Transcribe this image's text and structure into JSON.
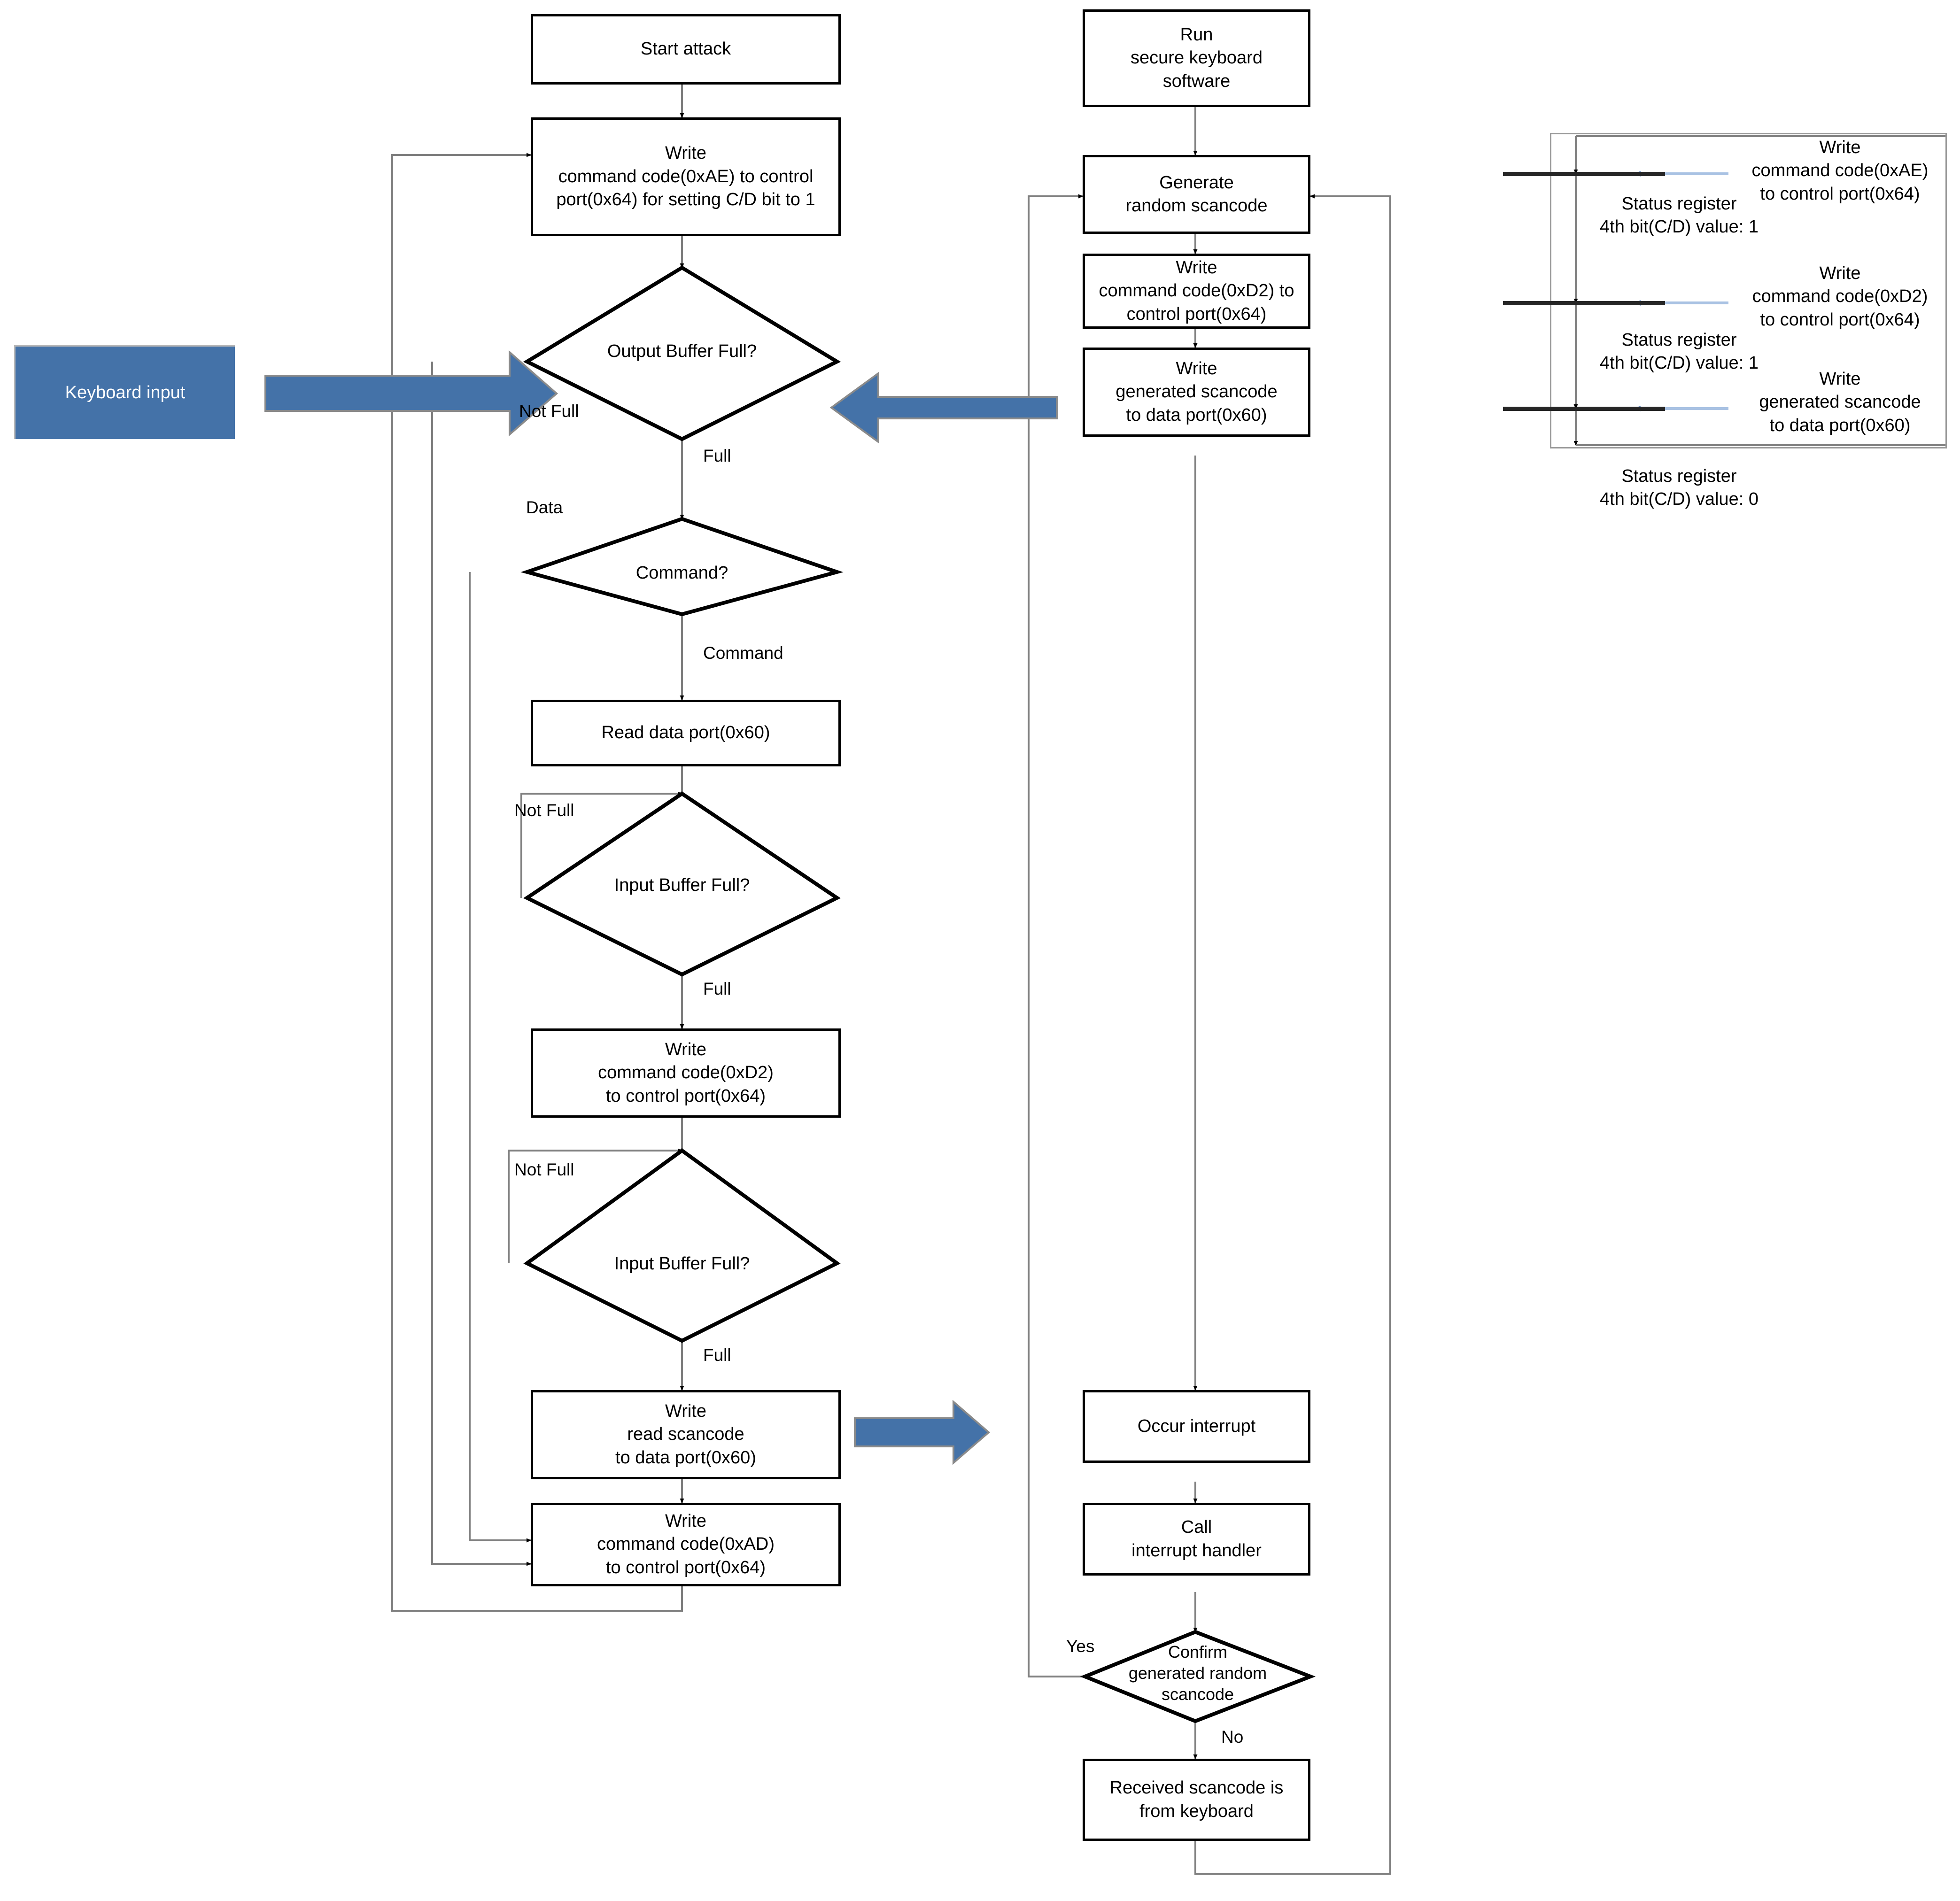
{
  "diagram": {
    "title": "Keyboard scancode attack and secure keyboard software flowchart",
    "colors": {
      "accent_blue": "#4472a8",
      "line_gray": "#7f7f7f",
      "node_border": "#000000",
      "panel_border": "#9a9a9a",
      "bar_black": "#262626"
    }
  },
  "attack_flow": {
    "nodes": [
      {
        "id": "start-attack",
        "label": "Start attack"
      },
      {
        "id": "write-ae",
        "label": "Write\ncommand code(0xAE) to control\nport(0x64) for setting C/D bit to 1"
      },
      {
        "id": "output-buffer-full",
        "label": "Output Buffer Full?"
      },
      {
        "id": "command-q",
        "label": "Command?"
      },
      {
        "id": "read-data-port",
        "label": "Read data port(0x60)"
      },
      {
        "id": "input-buffer-full-1",
        "label": "Input Buffer  Full?"
      },
      {
        "id": "write-d2",
        "label": "Write\ncommand code(0xD2)\nto control port(0x64)"
      },
      {
        "id": "input-buffer-full-2",
        "label": "Input Buffer Full?"
      },
      {
        "id": "write-read-scancode",
        "label": "Write\nread scancode\nto data port(0x60)"
      },
      {
        "id": "write-ad",
        "label": "Write\ncommand code(0xAD)\nto control port(0x64)"
      }
    ],
    "edge_labels": {
      "not_full_1": "Not Full",
      "full_1": "Full",
      "data": "Data",
      "command": "Command",
      "not_full_2": "Not Full",
      "full_2": "Full",
      "not_full_3": "Not Full",
      "full_3": "Full"
    }
  },
  "keyboard_input": {
    "label": "Keyboard input"
  },
  "secure_flow": {
    "nodes": [
      {
        "id": "run-secure-kb",
        "label": "Run\nsecure keyboard\nsoftware"
      },
      {
        "id": "gen-random",
        "label": "Generate\nrandom scancode"
      },
      {
        "id": "write-d2-secure",
        "label": "Write\ncommand code(0xD2) to\ncontrol port(0x64)"
      },
      {
        "id": "write-gen-scancode",
        "label": "Write\ngenerated scancode\nto data port(0x60)"
      },
      {
        "id": "occur-interrupt",
        "label": "Occur interrupt"
      },
      {
        "id": "call-handler",
        "label": "Call\ninterrupt handler"
      },
      {
        "id": "confirm-random",
        "label": "Confirm\ngenerated random\nscancode"
      },
      {
        "id": "received-from-kb",
        "label": "Received scancode is\nfrom keyboard"
      }
    ],
    "edge_labels": {
      "yes": "Yes",
      "no": "No"
    }
  },
  "status_panel": {
    "steps": [
      {
        "id": "step-ae",
        "action": "Write\ncommand code(0xAE)\nto control port(0x64)",
        "status": "Status register\n4th bit(C/D) value: 1"
      },
      {
        "id": "step-d2",
        "action": "Write\ncommand code(0xD2)\nto control port(0x64)",
        "status": "Status register\n4th bit(C/D) value: 1"
      },
      {
        "id": "step-data",
        "action": "Write\ngenerated scancode\nto data port(0x60)",
        "status": "Status register\n4th bit(C/D) value: 0"
      }
    ]
  }
}
